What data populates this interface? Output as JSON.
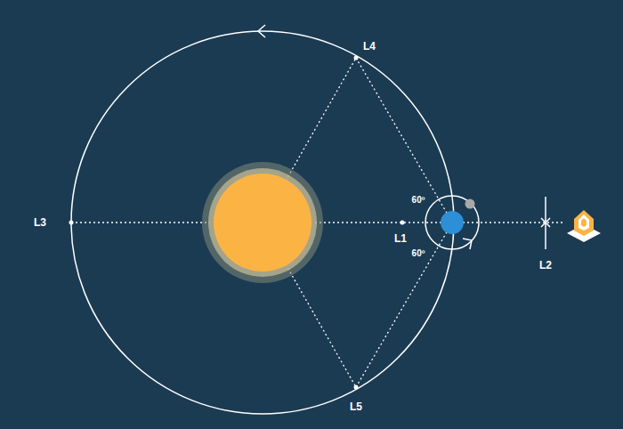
{
  "diagram": {
    "labels": [
      "L4",
      "L3",
      "60º",
      "L1",
      "60º",
      "L2",
      "L5"
    ]
  }
}
